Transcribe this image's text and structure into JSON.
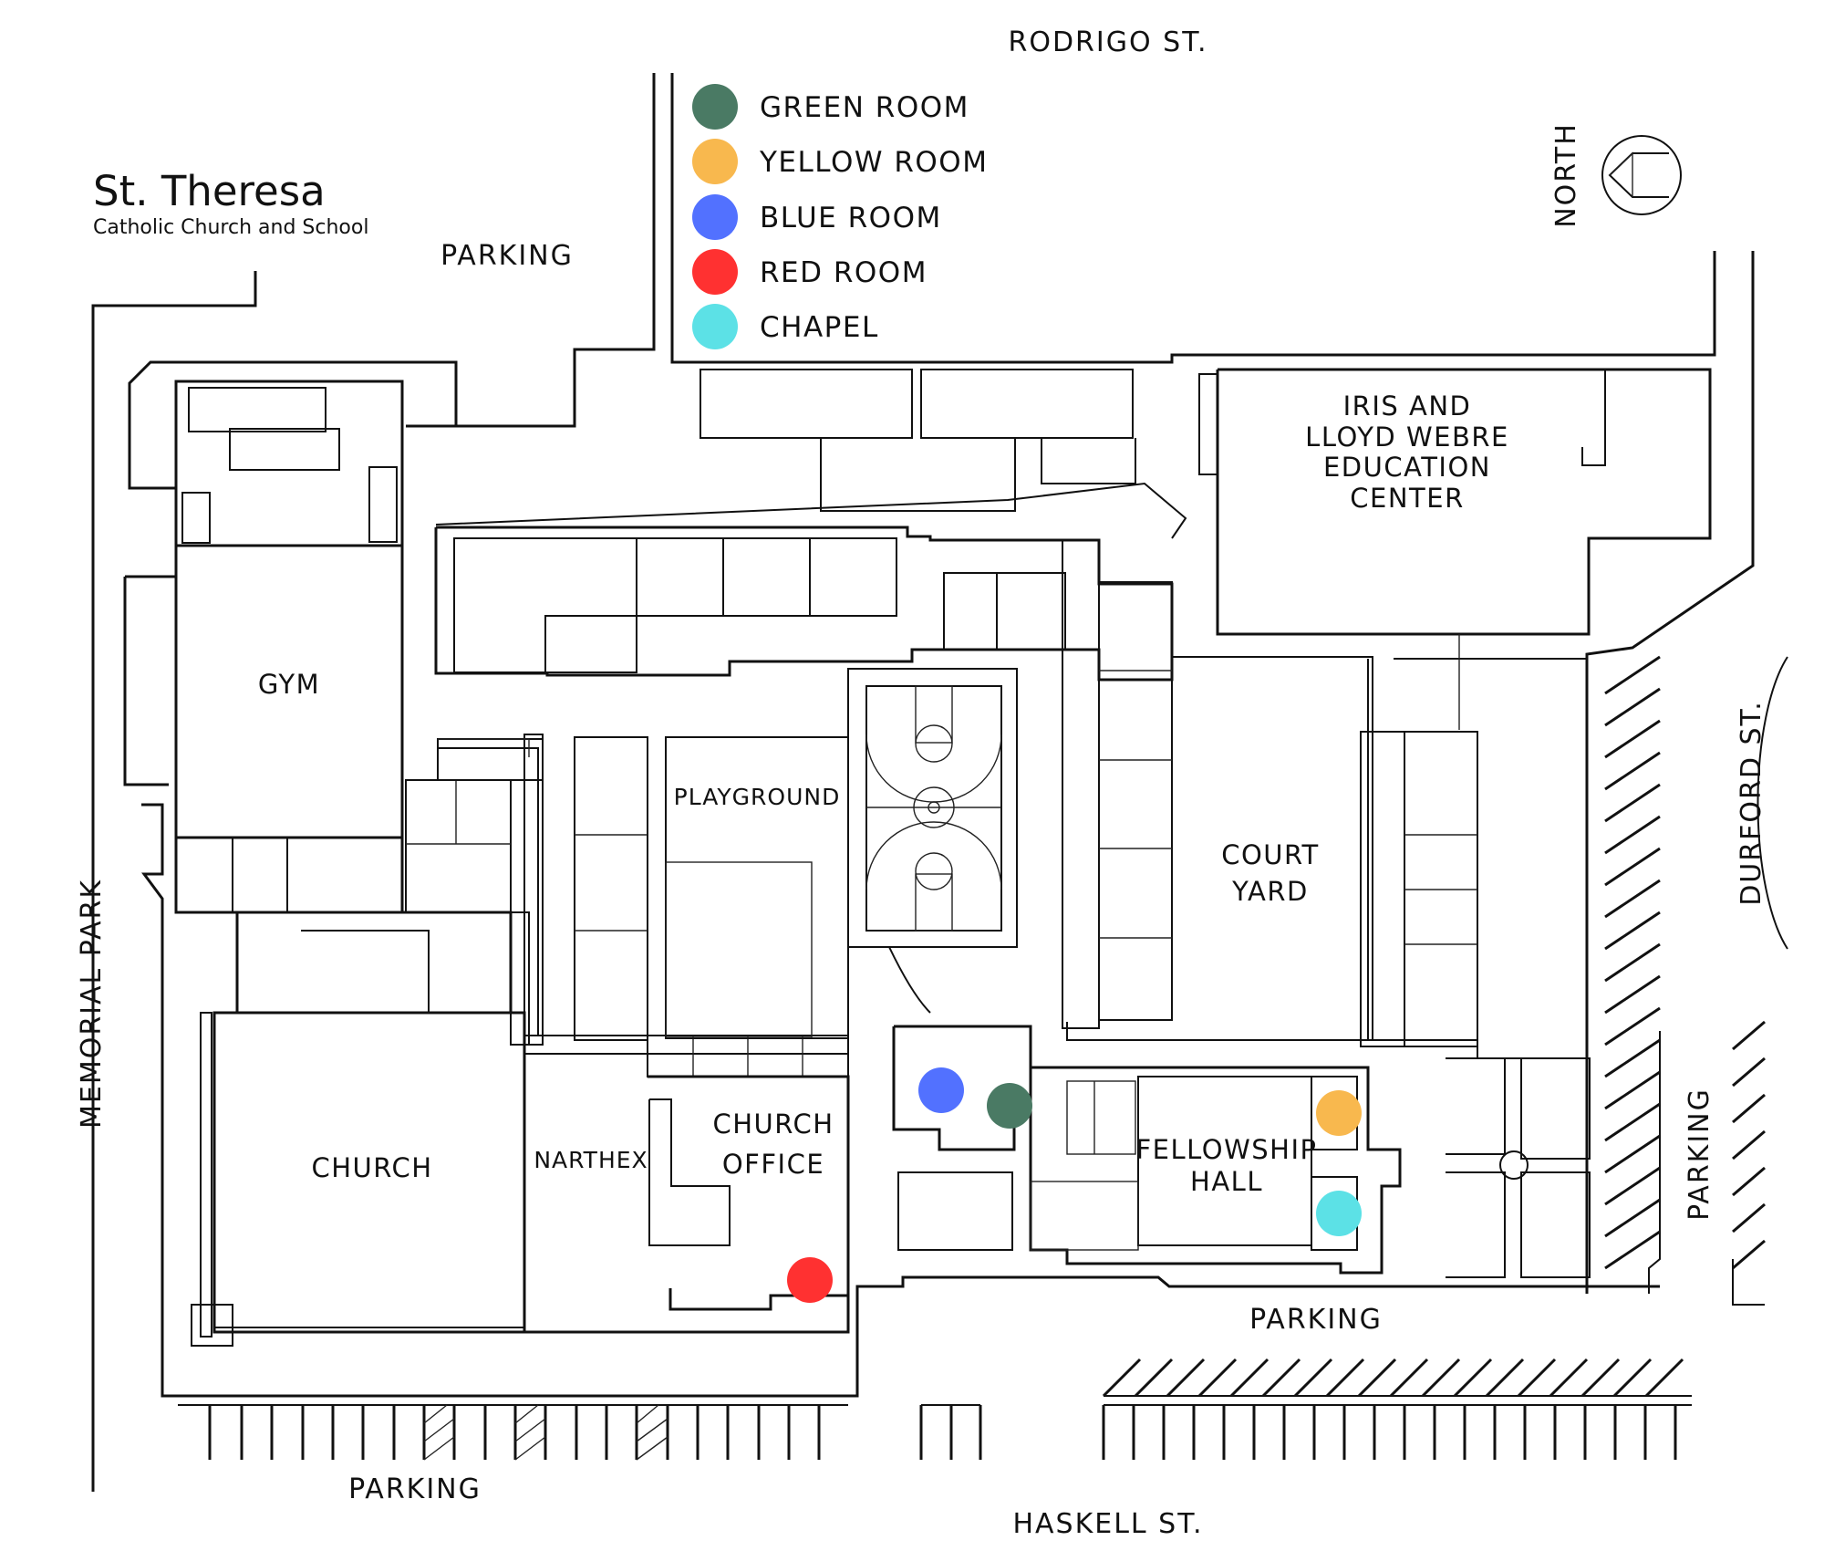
{
  "campus": {
    "name": "St. Theresa",
    "subtitle": "Catholic Church and School"
  },
  "streets": {
    "north": "RODRIGO ST.",
    "south": "HASKELL ST.",
    "east": "DURFORD ST.",
    "west": "MEMORIAL PARK"
  },
  "compass": {
    "label": "NORTH",
    "icon": "north-arrow-icon"
  },
  "legend": [
    {
      "label": "GREEN ROOM",
      "color": "#4a7a64"
    },
    {
      "label": "YELLOW ROOM",
      "color": "#f8b84e"
    },
    {
      "label": "BLUE ROOM",
      "color": "#5271ff"
    },
    {
      "label": "RED ROOM",
      "color": "#ff3131"
    },
    {
      "label": "CHAPEL",
      "color": "#5ce1e6"
    }
  ],
  "buildings": {
    "gym": "GYM",
    "church": "CHURCH",
    "narthex": "NARTHEX",
    "church_office_1": "CHURCH",
    "church_office_2": "OFFICE",
    "playground": "PLAYGROUND",
    "court_yard_1": "COURT",
    "court_yard_2": "YARD",
    "fellowship_1": "FELLOWSHIP",
    "fellowship_2": "HALL",
    "education_1": "IRIS AND",
    "education_2": "LLOYD WEBRE",
    "education_3": "EDUCATION",
    "education_4": "CENTER"
  },
  "parking": {
    "north": "PARKING",
    "south_west": "PARKING",
    "south_east": "PARKING",
    "east": "PARKING"
  }
}
